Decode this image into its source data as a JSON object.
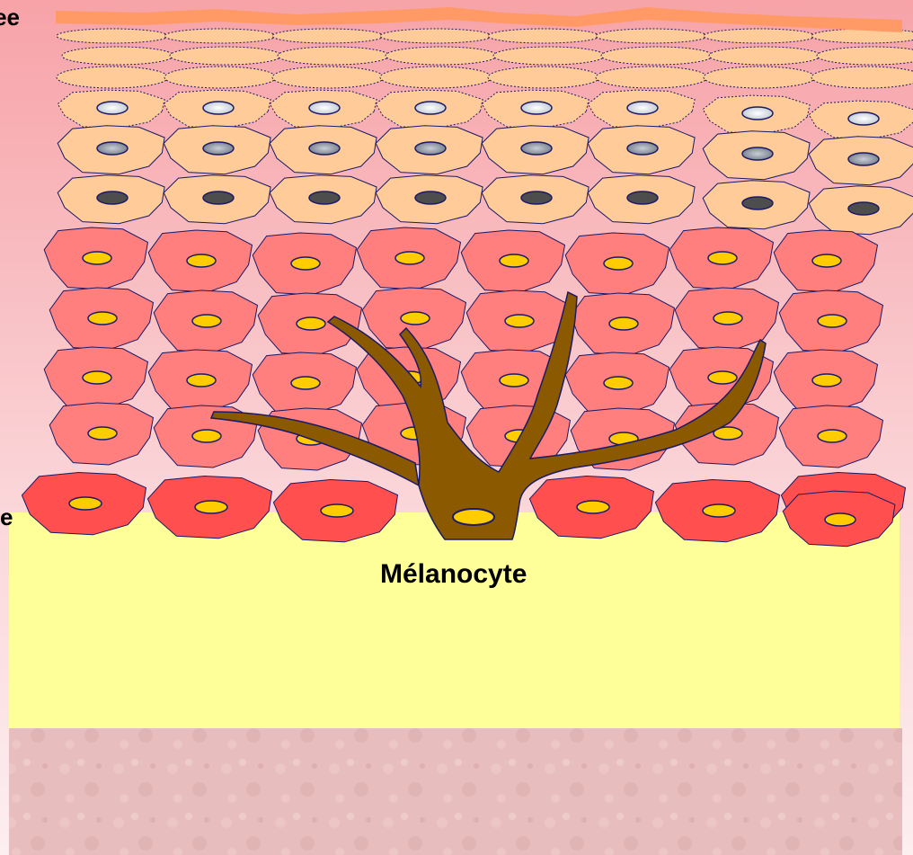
{
  "labels": {
    "left_top": "ee",
    "left_mid": "e",
    "melanocyte": "Mélanocyte"
  },
  "colors": {
    "stratum_corneum": "#ff9966",
    "flat_cell": "#ffcc99",
    "granular_cell": "#ffcc99",
    "spinous_cell": "#ff7f7f",
    "basal_cell": "#ff4f4f",
    "nucleus_yellow": "#ffcc00",
    "nucleus_dark": "#4d4d4d",
    "nucleus_light": "#d9dfe6",
    "dermis_band": "#ffff99",
    "dermis_lower": "#e8bdbd",
    "melanocyte": "#8b5a00",
    "cell_outline": "#1a1a66"
  }
}
